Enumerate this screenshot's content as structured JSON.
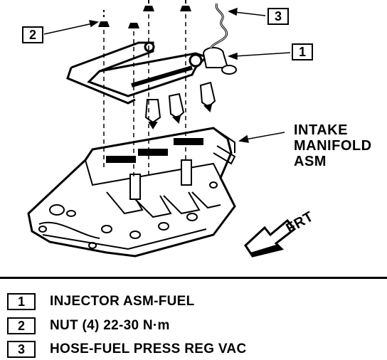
{
  "callouts": {
    "c1": "1",
    "c2": "2",
    "c3": "3"
  },
  "labels": {
    "intake_line1": "INTAKE",
    "intake_line2": "MANIFOLD",
    "intake_line3": "ASM",
    "front": "FRT"
  },
  "legend": [
    {
      "num": "1",
      "text": "INJECTOR ASM-FUEL"
    },
    {
      "num": "2",
      "text": "NUT (4) 22-30 N·m"
    },
    {
      "num": "3",
      "text": "HOSE-FUEL PRESS REG VAC"
    }
  ]
}
